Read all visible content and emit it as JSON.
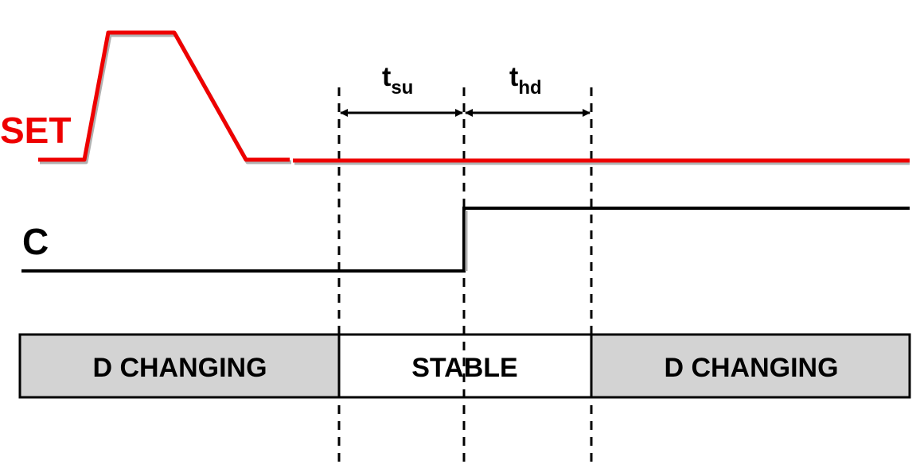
{
  "signals": {
    "set_label": "SET",
    "c_label": "C"
  },
  "timing": {
    "setup": {
      "main": "t",
      "sub": "su"
    },
    "hold": {
      "main": "t",
      "sub": "hd"
    }
  },
  "data_bar": {
    "segments": [
      {
        "label": "D CHANGING",
        "state": "changing"
      },
      {
        "label": "STABLE",
        "state": "stable"
      },
      {
        "label": "D CHANGING",
        "state": "changing"
      }
    ]
  },
  "colors": {
    "set_signal": "#ee0000",
    "set_shadow": "#b0b0b0",
    "clock_signal": "#000000",
    "changing_fill": "#d3d3d3",
    "stable_fill": "#ffffff"
  }
}
